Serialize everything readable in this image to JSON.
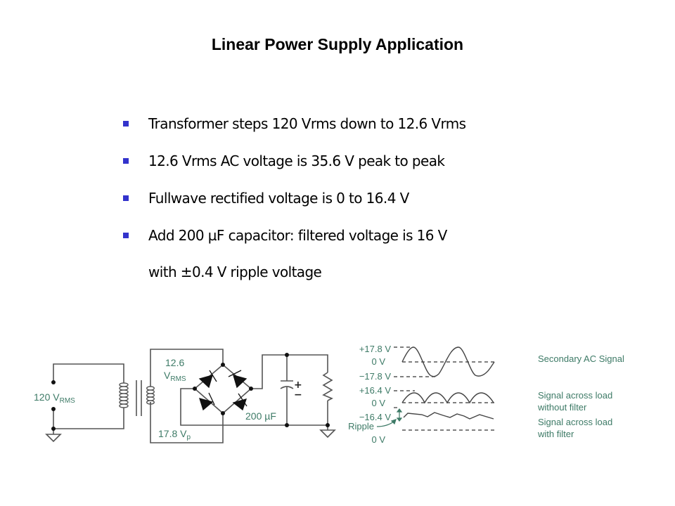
{
  "slide": {
    "title": "Linear Power Supply Application",
    "bullets": [
      {
        "text": "Transformer steps 120 Vrms down to 12.6 Vrms"
      },
      {
        "text": "12.6 Vrms AC voltage is 35.6 V peak to peak"
      },
      {
        "text": "Fullwave rectified voltage is 0 to 16.4 V"
      },
      {
        "text": "Add 200 µF capacitor: filtered voltage is 16 V",
        "continuation": "with ±0.4 V ripple voltage"
      }
    ],
    "bullet_color": "#3333cc"
  },
  "diagram": {
    "label_color": "#3d7a66",
    "primary": {
      "value": "120 V",
      "sub": "RMS"
    },
    "secondary": {
      "value": "12.6",
      "unit": "V",
      "sub": "RMS"
    },
    "secondary_peak": {
      "value": "17.8 V",
      "sub": "p"
    },
    "capacitor": {
      "value": "200 µF",
      "plus": "+",
      "minus": "−"
    },
    "waveform_labels": {
      "ac_pos": "+17.8 V",
      "ac_zero": "0 V",
      "ac_neg": "−17.8 V",
      "rect_pos": "+16.4 V",
      "rect_zero": "0 V",
      "filt_top": "−16.4 V",
      "ripple": "Ripple",
      "filt_zero": "0 V"
    },
    "legend": {
      "secondary": "Secondary AC Signal",
      "unfiltered_1": "Signal across load",
      "unfiltered_2": "without filter",
      "filtered_1": "Signal across load",
      "filtered_2": "with filter"
    }
  }
}
